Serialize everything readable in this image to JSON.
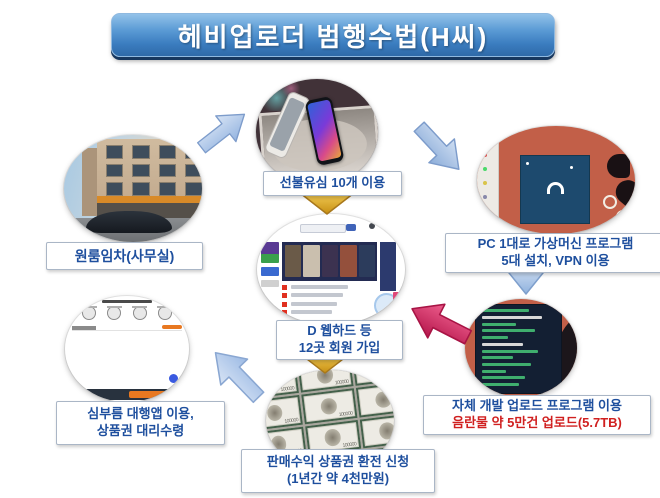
{
  "title": "헤비업로더 범행수법(H씨)",
  "nodes": {
    "office": {
      "label": "원룸임차(사무실)"
    },
    "sim": {
      "label": "선불유심 10개 이용"
    },
    "vm": {
      "lines": [
        "PC 1대로 가상머신 프로그램",
        "5대 설치, VPN 이용"
      ]
    },
    "webhard": {
      "lines": [
        "D 웹하드 등",
        "12곳 회원 가입"
      ]
    },
    "upload": {
      "lines": [
        "자체 개발 업로드 프로그램 이용",
        "음란물 약 5만건 업로드(5.7TB)"
      ]
    },
    "giftcard": {
      "lines": [
        "판매수익 상품권 환전 신청",
        "(1년간 약 4천만원)"
      ],
      "note_value": "100000"
    },
    "errand": {
      "lines": [
        "심부름 대행앱 이용,",
        "상품권 대리수령"
      ]
    }
  },
  "colors": {
    "banner_blue": "#3a7cbf",
    "label_text": "#1e4f9e",
    "alert_red": "#d02020",
    "arrow_blue": "#a9c3e6",
    "arrow_gold": "#d9a514",
    "arrow_pink": "#d62e67"
  }
}
